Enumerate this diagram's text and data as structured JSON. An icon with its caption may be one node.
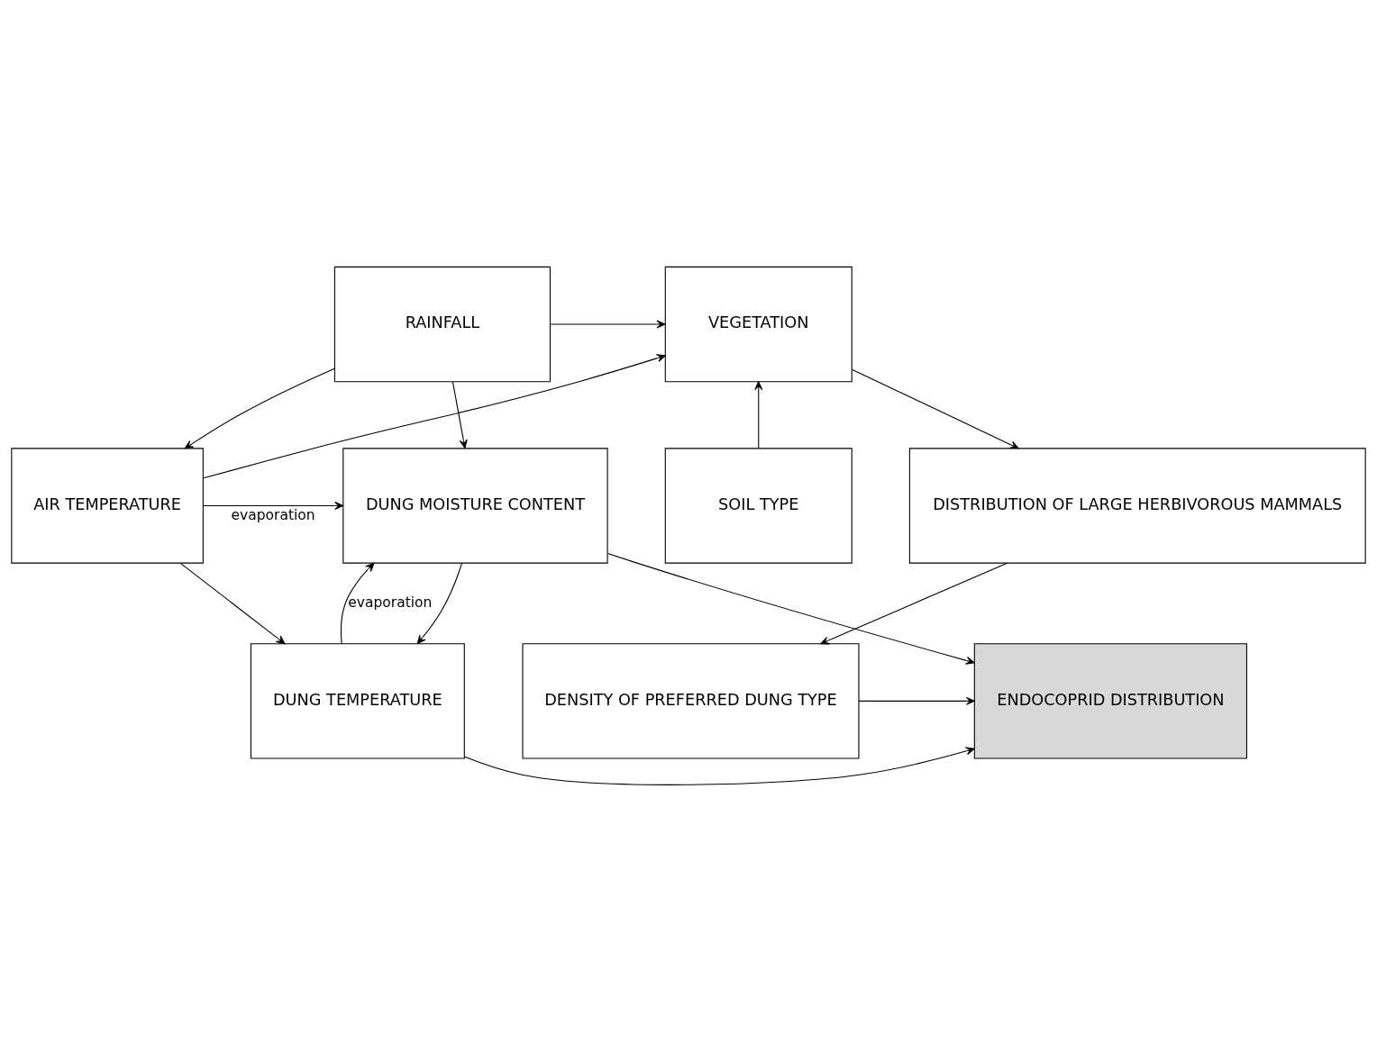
{
  "diagram": {
    "nodes": [
      {
        "text": [
          "DENSITY OF PREFERRED DUNG TYPE"
        ]
      },
      {
        "text": [
          "ENDOCOPRID DISTRIBUTION"
        ]
      },
      {
        "text": [
          "DUNG TEMPERATURE"
        ]
      },
      {
        "text": [
          "DISTRIBUTION OF LARGE HERBIVOROUS MAMMALS"
        ]
      },
      {
        "text": [
          "DUNG MOISTURE CONTENT"
        ]
      },
      {
        "text": [
          "AIR TEMPERATURE"
        ]
      },
      {
        "text": [
          "VEGETATION"
        ]
      },
      {
        "text": [
          "RAINFALL"
        ]
      },
      {
        "text": [
          "SOIL TYPE"
        ]
      }
    ],
    "edges": [
      {
        "from": 0,
        "to": 1,
        "arrow": "to"
      },
      {
        "from": 2,
        "to": 1,
        "arrow": "to"
      },
      {
        "from": 4,
        "to": 1,
        "arrow": "to"
      },
      {
        "from": 3,
        "to": 0,
        "arrow": "to"
      },
      {
        "from": 2,
        "to": 4,
        "arrow": "to",
        "label": "evaporation"
      },
      {
        "from": 4,
        "to": 2,
        "arrow": "to"
      },
      {
        "from": 5,
        "to": 2,
        "arrow": "to"
      },
      {
        "from": 5,
        "to": 4,
        "arrow": "to",
        "label": "evaporation"
      },
      {
        "from": 6,
        "to": 3,
        "arrow": "to"
      },
      {
        "from": 7,
        "to": 4,
        "arrow": "to"
      },
      {
        "from": 7,
        "to": 6,
        "arrow": "to"
      },
      {
        "from": 7,
        "to": 5,
        "arrow": "to"
      },
      {
        "from": 5,
        "to": 6,
        "arrow": "to"
      },
      {
        "from": 8,
        "to": 6,
        "arrow": "to"
      }
    ]
  }
}
